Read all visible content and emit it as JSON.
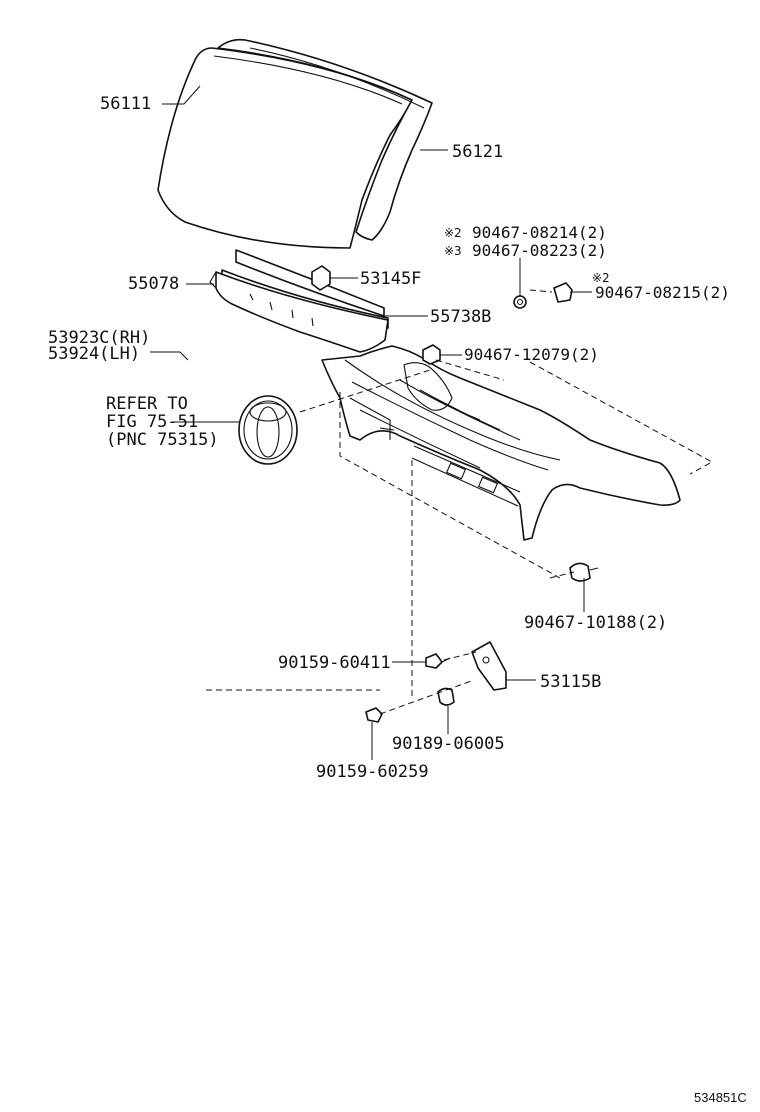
{
  "labels": {
    "windshield": "56111",
    "weatherstrip": "56121",
    "note_a_mark": "※2",
    "note_a_part": "90467-08214(2)",
    "note_b_mark": "※3",
    "note_b_part": "90467-08223(2)",
    "molding": "55078",
    "clip_53145": "53145F",
    "note_c_mark": "※2",
    "clip_08215": "90467-08215(2)",
    "seal_55738": "55738B",
    "rh": "53923C(RH)",
    "lh": "53924(LH)",
    "clip_12079": "90467-12079(2)",
    "refer_1": "REFER TO",
    "refer_2": "FIG 75-51",
    "refer_3": "(PNC 75315)",
    "clip_10188": "90467-10188(2)",
    "bolt_60411": "90159-60411",
    "bracket_53115": "53115B",
    "nut_06005": "90189-06005",
    "bolt_60259": "90159-60259",
    "catalog_code": "534851C"
  }
}
